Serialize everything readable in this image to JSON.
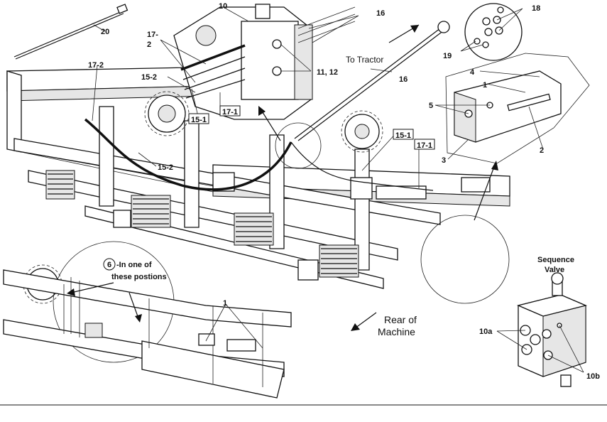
{
  "labels": {
    "l20": "20",
    "l10": "10",
    "l16a": "16",
    "l18": "18",
    "l17_2a": "17-",
    "l17_2b": "2",
    "l19": "19",
    "l15_2a": "15-2",
    "l11_12": "11, 12",
    "l17_2c": "17-2",
    "l15_1a": "15-1",
    "l17_1a": "17-1",
    "l16b": "16",
    "l4": "4",
    "l1a": "1",
    "l5": "5",
    "l15_1b": "15-1",
    "l17_1b": "17-1",
    "l2": "2",
    "l3": "3",
    "l15_2b": "15-2",
    "l6": "6",
    "l1b": "1",
    "l10a": "10a",
    "l10b": "10b"
  },
  "annotations": {
    "to_tractor": "To Tractor",
    "positions_line1": "-In one of",
    "positions_line2": "these postions",
    "rear_line1": "Rear of",
    "rear_line2": "Machine",
    "sequence_line1": "Sequence",
    "sequence_line2": "Valve"
  }
}
